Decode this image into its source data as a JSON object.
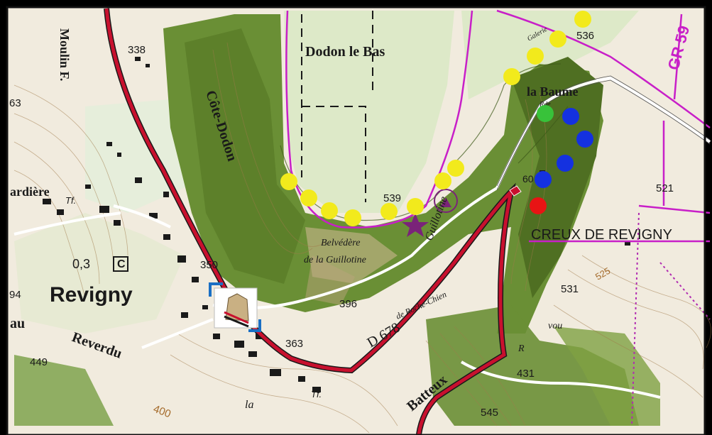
{
  "labels": {
    "village": "Revigny",
    "cote_dodon": "Côte-Dodon",
    "dodon_le_bas": "Dodon le Bas",
    "moulin": "Moulin F.",
    "la_baume": "la Baume",
    "creux": "CREUX DE REVIGNY",
    "belvedere_line1": "Belvédère",
    "belvedere_line2": "de la Guillotine",
    "gr": "GR 59",
    "road": "D 678",
    "reverdu": "Reverdu",
    "aux": "au",
    "laradiere": "ardière",
    "roche_chien": "de Roche-Chien",
    "batteux": "Batteux",
    "galerie": "Galerie",
    "chemin": "Guillotine",
    "c_mark": "C",
    "tf1": "Tf.",
    "tf2": "Tf.",
    "la": "la",
    "vou": "vou",
    "r_mark": "R",
    "ad_mark": "0,3",
    "rde": "Rde"
  },
  "elevations": [
    "338",
    "350",
    "363",
    "396",
    "539",
    "536",
    "521",
    "531",
    "525",
    "431",
    "545",
    "449",
    "94",
    "63",
    "400",
    "60"
  ],
  "markers": {
    "colors": {
      "yellow": "#f2ea1c",
      "blue": "#1431e0",
      "green": "#38c23a",
      "red": "#e81414"
    }
  },
  "colors": {
    "road": "#c8102e",
    "trail": "#c81fc8",
    "forest": "#5b7f2b",
    "meadow": "#d9e8c4"
  }
}
